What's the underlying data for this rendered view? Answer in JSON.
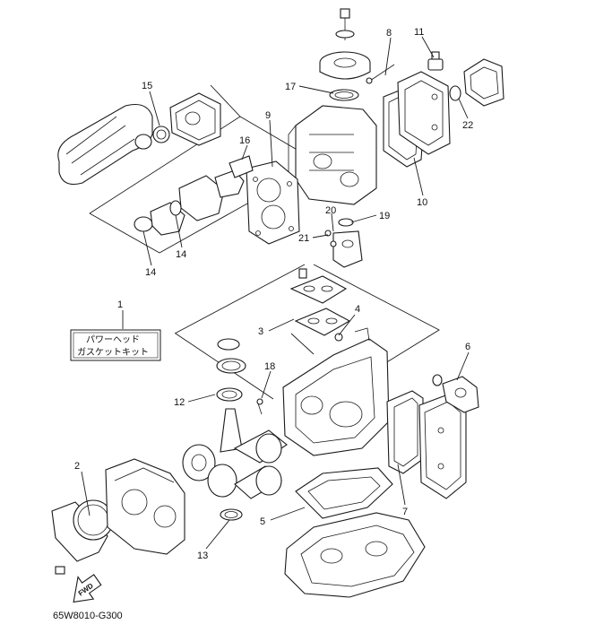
{
  "diagram": {
    "callouts": [
      {
        "id": "c1",
        "label": "1"
      },
      {
        "id": "c2",
        "label": "2"
      },
      {
        "id": "c3",
        "label": "3"
      },
      {
        "id": "c4",
        "label": "4"
      },
      {
        "id": "c5",
        "label": "5"
      },
      {
        "id": "c6",
        "label": "6"
      },
      {
        "id": "c7",
        "label": "7"
      },
      {
        "id": "c8",
        "label": "8"
      },
      {
        "id": "c9",
        "label": "9"
      },
      {
        "id": "c10",
        "label": "10"
      },
      {
        "id": "c11",
        "label": "11"
      },
      {
        "id": "c12",
        "label": "12"
      },
      {
        "id": "c13",
        "label": "13"
      },
      {
        "id": "c14a",
        "label": "14"
      },
      {
        "id": "c14b",
        "label": "14"
      },
      {
        "id": "c15",
        "label": "15"
      },
      {
        "id": "c16",
        "label": "16"
      },
      {
        "id": "c17",
        "label": "17"
      },
      {
        "id": "c18",
        "label": "18"
      },
      {
        "id": "c19",
        "label": "19"
      },
      {
        "id": "c20",
        "label": "20"
      },
      {
        "id": "c21",
        "label": "21"
      },
      {
        "id": "c22",
        "label": "22"
      }
    ],
    "kit_label": {
      "line1": "パワーヘッド",
      "line2": "ガスケットキット"
    },
    "fwd_arrow_label": "FWD",
    "drawing_code": "65W8010-G300"
  }
}
